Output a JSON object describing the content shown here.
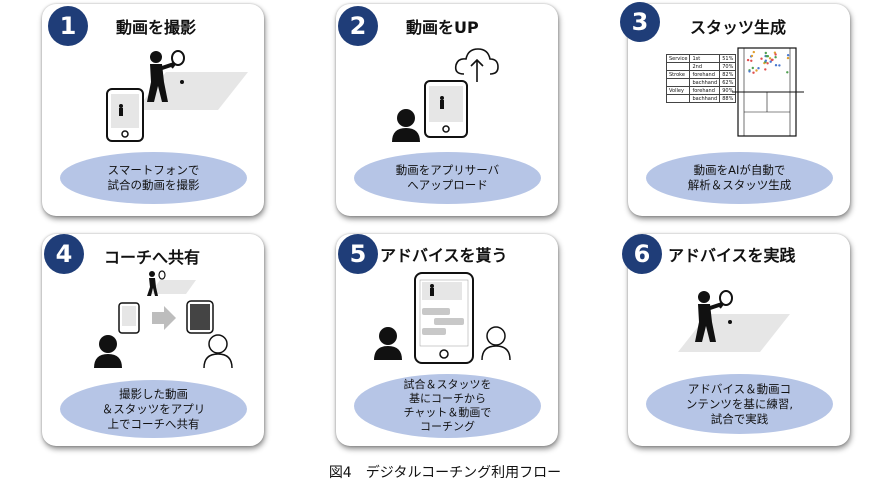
{
  "steps": [
    {
      "num": "1",
      "title": "動画を撮影",
      "desc": [
        "スマートフォンで",
        "試合の動画を撮影"
      ]
    },
    {
      "num": "2",
      "title": "動画をUP",
      "desc": [
        "動画をアプリサーバ",
        "へアップロード"
      ]
    },
    {
      "num": "3",
      "title": "スタッツ生成",
      "desc": [
        "動画をAIが自動で",
        "解析＆スタッツ生成"
      ]
    },
    {
      "num": "4",
      "title": "コーチへ共有",
      "desc": [
        "撮影した動画",
        "＆スタッツをアプリ",
        "上でコーチへ共有"
      ]
    },
    {
      "num": "5",
      "title": "アドバイスを貰う",
      "desc": [
        "試合＆スタッツを",
        "基にコーチから",
        "チャット＆動画で",
        "コーチング"
      ]
    },
    {
      "num": "6",
      "title": "アドバイスを実践",
      "desc": [
        "アドバイス＆動画コ",
        "ンテンツを基に練習,",
        "試合で実践"
      ]
    }
  ],
  "stats_table": [
    [
      "Service",
      "1st",
      "51%"
    ],
    [
      "",
      "2nd",
      "70%"
    ],
    [
      "Stroke",
      "forehand",
      "82%"
    ],
    [
      "",
      "bachhand",
      "62%"
    ],
    [
      "Volley",
      "forehand",
      "90%"
    ],
    [
      "",
      "bachhand",
      "88%"
    ]
  ],
  "caption": "図4　デジタルコーチング利用フロー",
  "colors": {
    "badge": "#1f3d78",
    "oval": "#b6c5e6",
    "court_shadow": "#e6e6e6"
  }
}
